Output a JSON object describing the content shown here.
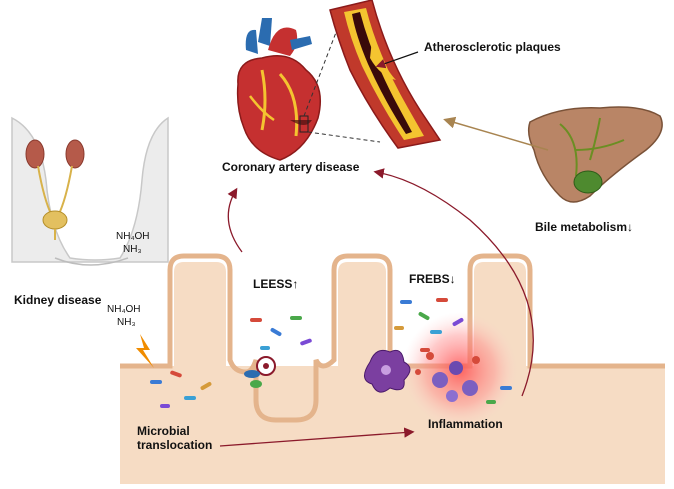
{
  "labels": {
    "atherosclerotic_plaques": "Atherosclerotic plaques",
    "coronary_artery_disease": "Coronary artery disease",
    "bile_metabolism": "Bile metabolism↓",
    "kidney_disease": "Kidney disease",
    "ammonia_top_1": "NH₄OH",
    "ammonia_top_2": "NH₃",
    "ammonia_mid_1": "NH₄OH",
    "ammonia_mid_2": "NH₃",
    "leess": "LEESS↑",
    "frebs": "FREBS↓",
    "microbial_translocation_1": "Microbial",
    "microbial_translocation_2": "translocation",
    "inflammation": "Inflammation"
  },
  "colors": {
    "arrow": "#8b1a2b",
    "liver_arrow": "#a88450",
    "tissue": "#f6dcc4",
    "tissue_edge": "#e4b48c",
    "artery": "#c0392b",
    "plaque": "#f4c430",
    "liver": "#b98566",
    "inflammation_glow": "#ff6a6a",
    "lightning": "#f08c00"
  }
}
